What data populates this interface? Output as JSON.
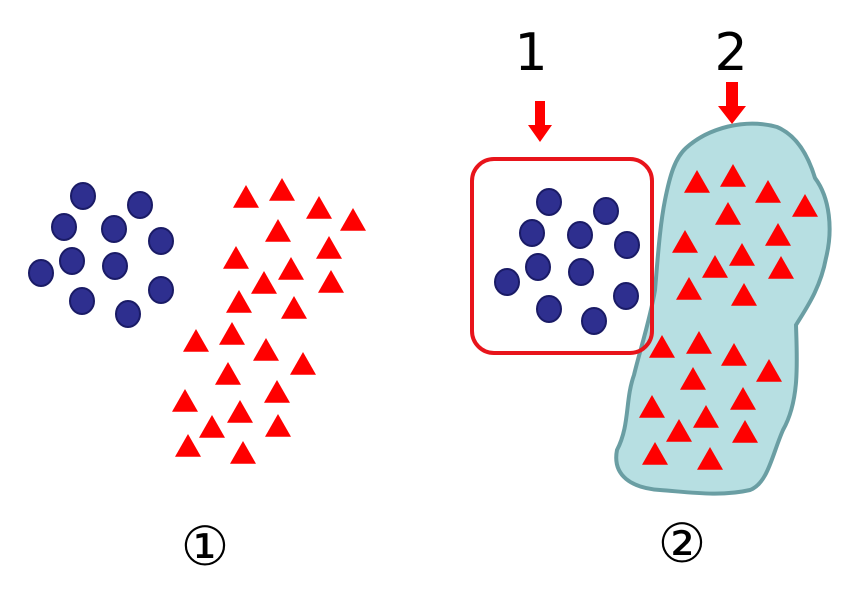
{
  "panels": [
    {
      "id": "panel-1",
      "label": "①"
    },
    {
      "id": "panel-2",
      "label": "②"
    }
  ],
  "clusters": [
    {
      "id": "cluster-1",
      "label": "1",
      "highlight_color": "#e8141b",
      "fill": "none"
    },
    {
      "id": "cluster-2",
      "label": "2",
      "highlight_color": "#6a9ea3",
      "fill": "#b7dfe2"
    }
  ],
  "markers": {
    "circle": {
      "fill": "#2e2f8f",
      "stroke": "#1a1b66"
    },
    "triangle": {
      "fill": "#ff0000"
    },
    "arrow": {
      "fill": "#ff0000"
    }
  }
}
